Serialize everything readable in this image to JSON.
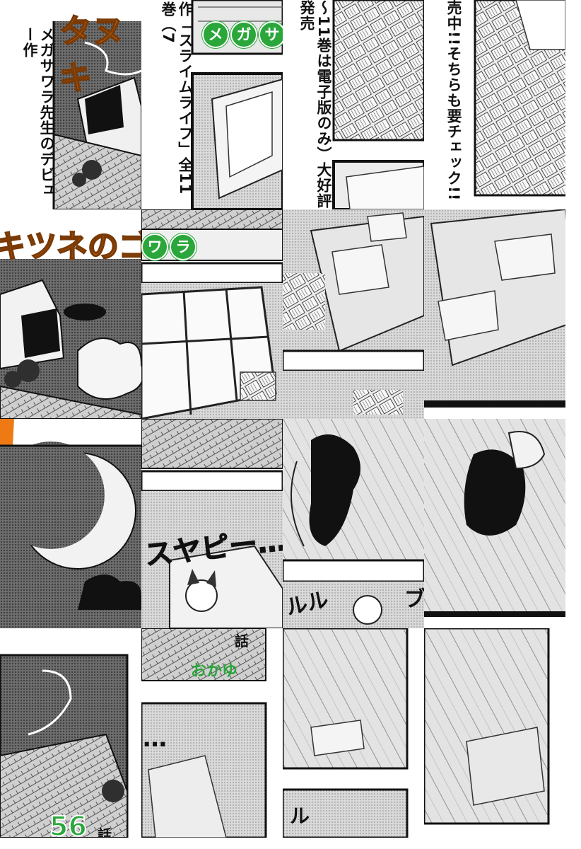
{
  "tile_a1": {
    "logo_fragment": "タヌキ",
    "vertical_text": "メガサワラ先生のデビュー作"
  },
  "tile_b1": {
    "vertical_text": "作「スライムライフ」全11巻（7",
    "author_pills": [
      "メ",
      "ガ",
      "サ"
    ]
  },
  "tile_c1": {
    "vertical_text": "〜11巻は電子版のみ）大好評発売"
  },
  "tile_d1": {
    "vertical_text": "売中!!そちらも要チェック!!"
  },
  "tile_a2": {
    "logo_fragment": "キツネのゴン"
  },
  "tile_b2": {
    "author_pills": [
      "ワ",
      "ラ"
    ]
  },
  "tile_b3": {
    "sfx": "スヤピー…"
  },
  "tile_b4": {
    "chapter_suffix": "話",
    "author_name": "おかゆ"
  },
  "tile_b5": {
    "ellipsis": "…"
  },
  "tile_a4": {
    "chapter_number": "56",
    "chapter_suffix": "話"
  },
  "tile_c3": {
    "sfx_left": "ルル",
    "sfx_right": "ブ"
  },
  "tile_c4": {
    "sfx": "ル"
  }
}
